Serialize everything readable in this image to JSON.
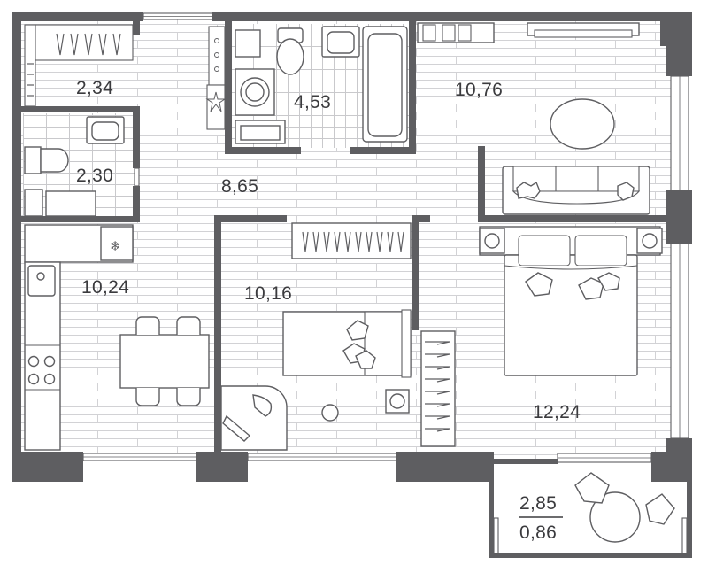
{
  "plan": {
    "rooms": [
      {
        "id": "storage",
        "area": "2,34"
      },
      {
        "id": "bathroom",
        "area": "4,53"
      },
      {
        "id": "living-room",
        "area": "10,76"
      },
      {
        "id": "wc",
        "area": "2,30"
      },
      {
        "id": "hallway",
        "area": "8,65"
      },
      {
        "id": "kitchen",
        "area": "10,24"
      },
      {
        "id": "bedroom-small",
        "area": "10,16"
      },
      {
        "id": "bedroom-large",
        "area": "12,24"
      }
    ],
    "balcony": {
      "area": "2,85",
      "reduced_area": "0,86"
    },
    "colors": {
      "wall": "#5e5e61",
      "floor": "#ffffff",
      "line": "#cfcfd2",
      "text": "#3b3b3e"
    }
  }
}
